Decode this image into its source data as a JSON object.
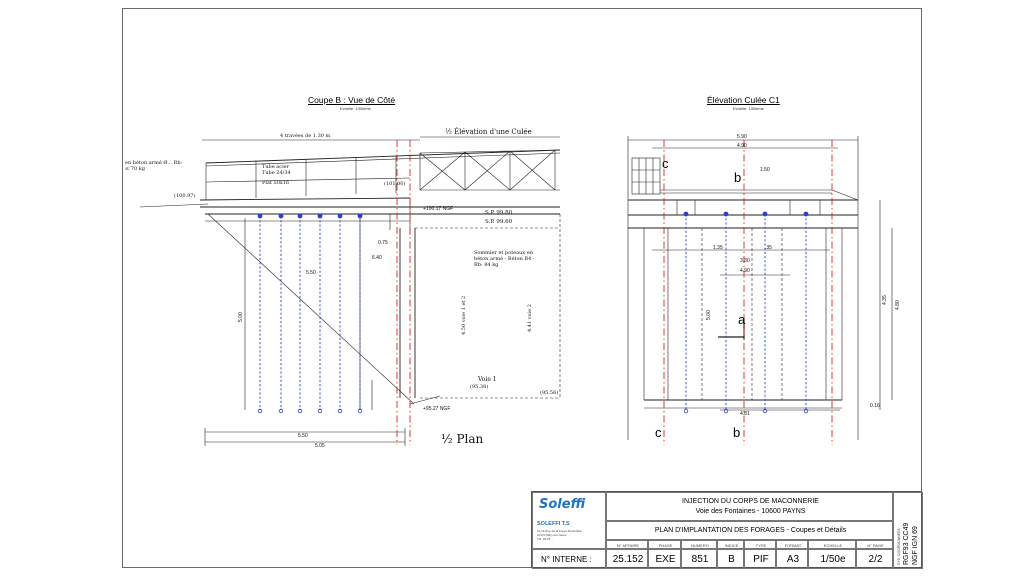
{
  "views": {
    "left": {
      "title": "Coupe B : Vue de Côté",
      "scale": "Echelle: 1/50ème",
      "plan_label": "½ Plan",
      "annotations": {
        "travees": "4 travées de 1.30 m",
        "caption_top_right": "½ Élévation d'une Culée",
        "tube": "Tube acier Tube 24/34",
        "plat": "Plat 50x16",
        "beton_left": "en béton armé Ø... Rb: ≤ 70 kg",
        "sommier": "Sommier et poteaux en béton armé - Béton B4 - Rb: 84 kg",
        "voie": "Voie 1",
        "voie2": "4.41 voie 2",
        "voie1bis": "4.50 voie 1 et 2",
        "sp1": "S.P. 99.80",
        "sp2": "S.P. 99.60",
        "ngf1": "+100.17 NGF",
        "ngf2": "+95.27 NGF",
        "elev_a": "(100.97)",
        "elev_b": "(101.00)",
        "elev_c": "(95.38)",
        "elev_d": "(95.56)",
        "d_550": "5.50",
        "d_500": "5.00",
        "d_bottom1": "5.50",
        "d_bottom2": "5.05",
        "d_640": "6.40",
        "d_075": "0.75"
      }
    },
    "right": {
      "title": "Élévation Culée C1",
      "scale": "Echelle: 1/50ème",
      "annotations": {
        "d_top": "5.90",
        "d_mid": "4.90",
        "d_135": "1.35",
        "d_35": ".35",
        "d_330": "3.30",
        "d_490": "4.90",
        "d_435": "4.35",
        "d_480": "4.80",
        "d_481": "4.81",
        "d_150": "1.50",
        "d_500": "5.00",
        "d_016": "0.16"
      },
      "section_marks": [
        "c",
        "b",
        "a",
        "c",
        "b"
      ]
    }
  },
  "title_block": {
    "company": "SOLEFFI T.S",
    "logo": "Soleffi",
    "address": [
      "11-15 Rue de la Forge Montmillon",
      "10170 Méry-sur-Seine",
      "Tél. 03 25 ..."
    ],
    "project_title": "INJECTION DU CORPS DE MACONNERIE",
    "project_location": "Voie des Fontaines - 10600 PAYNS",
    "drawing_title": "PLAN D'IMPLANTATION DES FORAGES - Coupes et Détails",
    "internal_label": "N° INTERNE :",
    "columns": [
      {
        "header": "N° AFFAIRE",
        "value": "25.152"
      },
      {
        "header": "PHASE",
        "value": "EXE"
      },
      {
        "header": "NUMERO",
        "value": "851"
      },
      {
        "header": "INDICE",
        "value": "B"
      },
      {
        "header": "TYPE",
        "value": "PIF"
      },
      {
        "header": "FORMAT",
        "value": "A3"
      },
      {
        "header": "ECHELLE",
        "value": "1/50e"
      },
      {
        "header": "N° PAGE",
        "value": "2/2"
      }
    ],
    "side_small": "SYS. COORDONNEES",
    "coord_system": "RGF93 CC49",
    "alt_system": "NGF IGN 69"
  },
  "colors": {
    "borehole_blue": "#2a3fd6",
    "axis_red": "#e02020",
    "logo_blue": "#1e73c8",
    "line": "#222222"
  }
}
